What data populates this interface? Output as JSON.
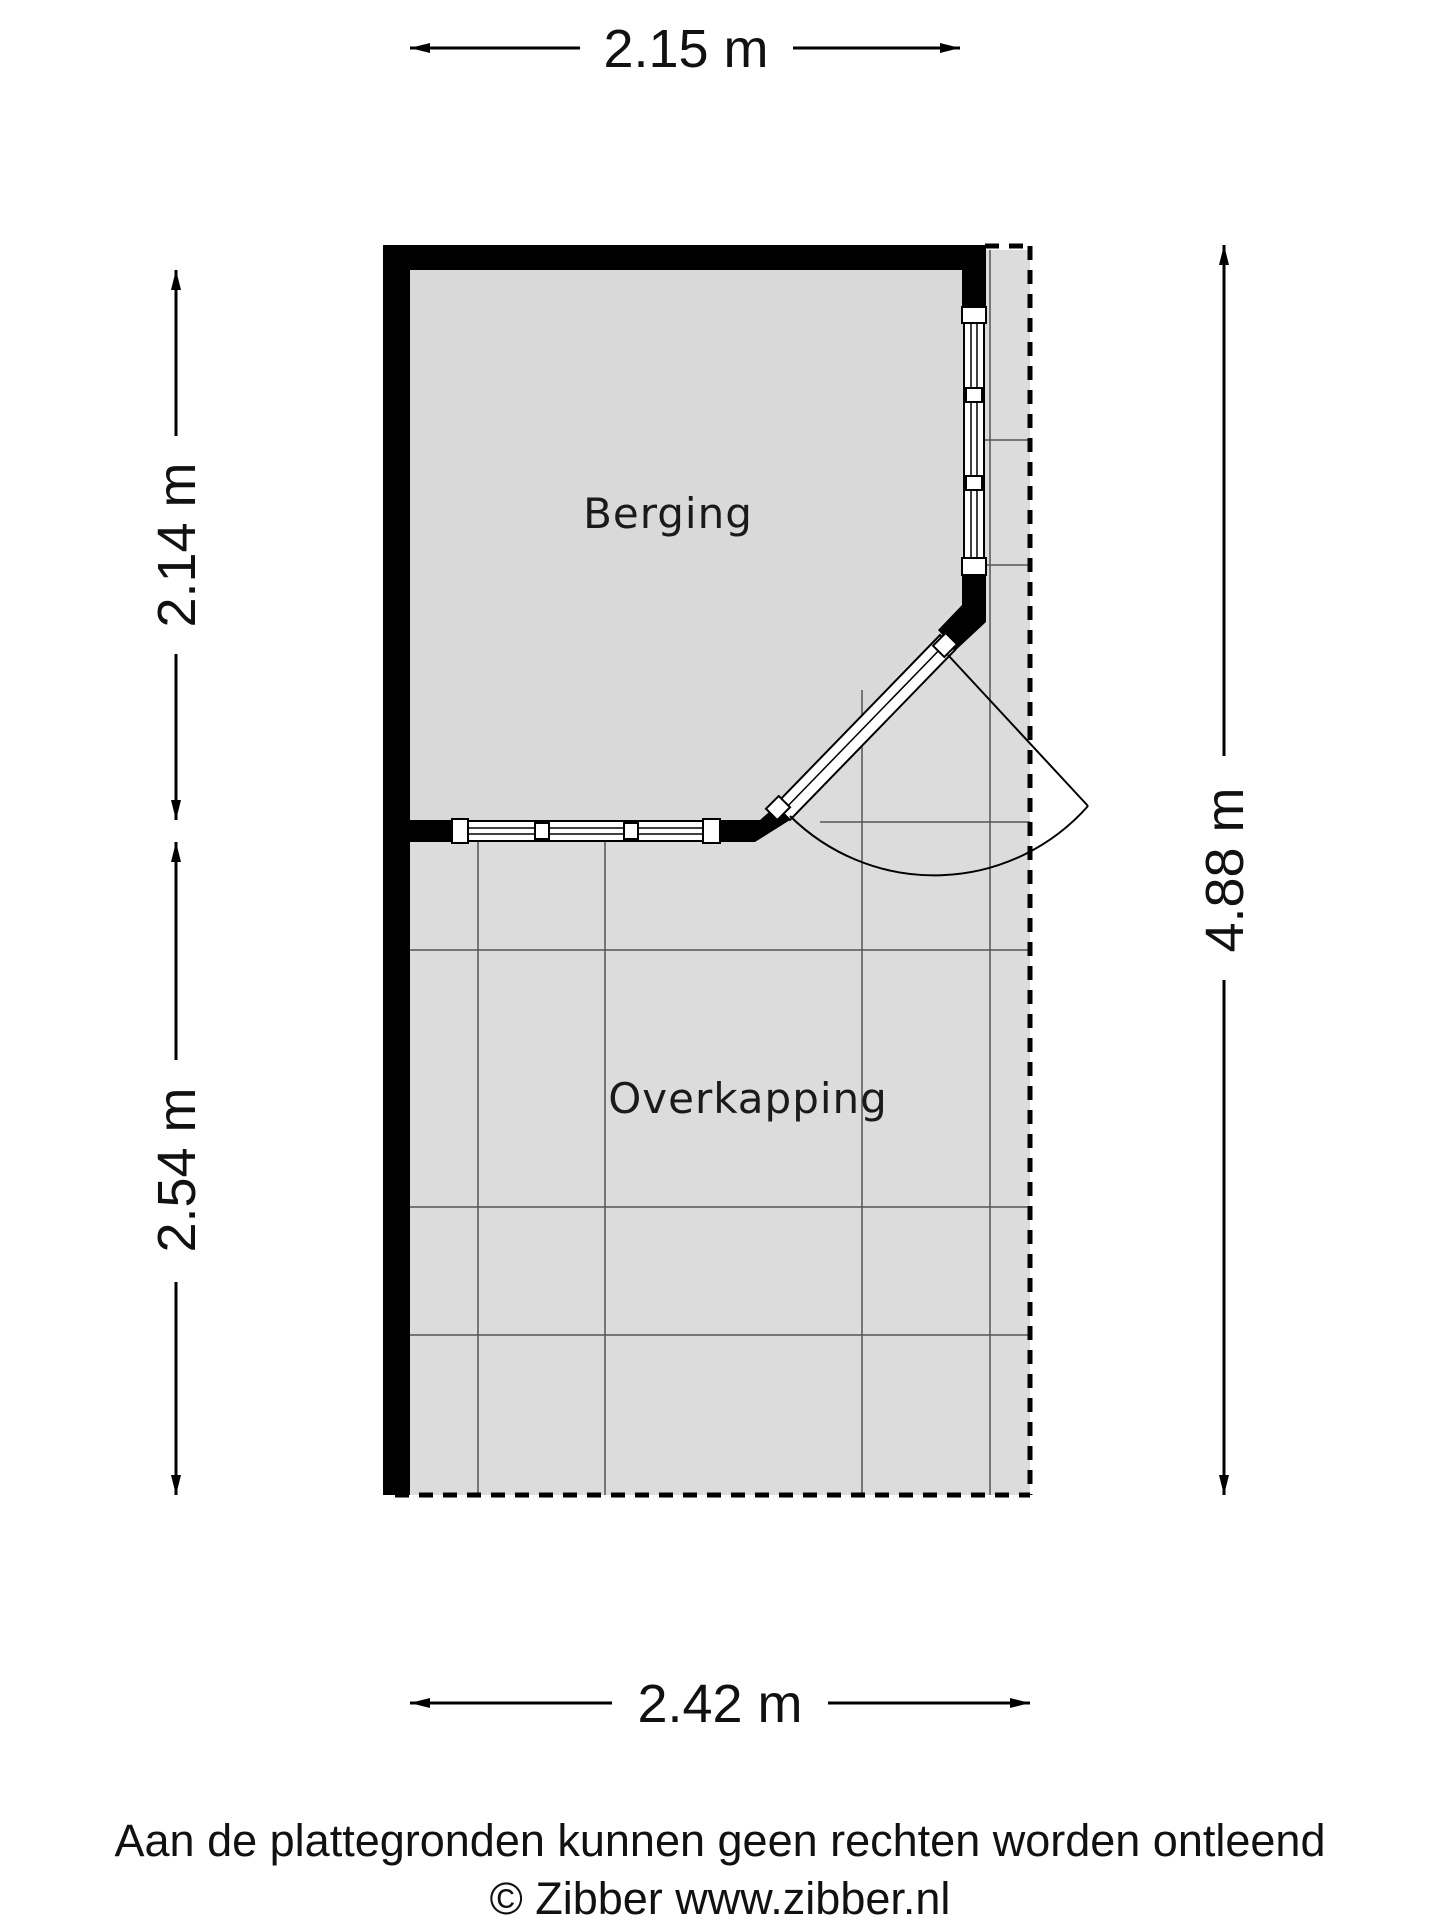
{
  "rooms": {
    "berging": "Berging",
    "overkapping": "Overkapping"
  },
  "dimensions": {
    "top_width": "2.15 m",
    "bottom_width": "2.42 m",
    "left_upper": "2.14 m",
    "left_lower": "2.54 m",
    "right_total": "4.88 m"
  },
  "footer": {
    "disclaimer": "Aan de plattegronden kunnen geen rechten worden ontleend",
    "copyright": "© Zibber www.zibber.nl"
  },
  "colors": {
    "wall": "#000000",
    "floor": "#dcdcdc",
    "grid_line": "#555555",
    "text": "#111111"
  }
}
